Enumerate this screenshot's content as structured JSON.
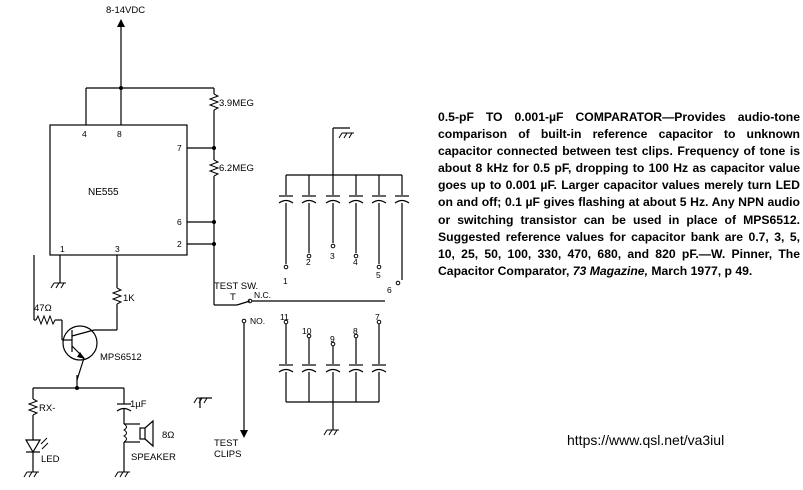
{
  "schematic": {
    "supply": "8-14VDC",
    "ic": {
      "name": "NE555",
      "pins": [
        "4",
        "8",
        "7",
        "6",
        "2",
        "1",
        "3"
      ]
    },
    "resistors": {
      "r1": "3.9MEG",
      "r2": "6.2MEG",
      "r3": "1K",
      "r4": "47Ω",
      "r5": "RX-"
    },
    "transistor": "MPS6512",
    "switch": {
      "label": "TEST SW.",
      "t": "T",
      "nc": "N.C.",
      "no": "NO."
    },
    "bank_numbers_top": [
      "1",
      "2",
      "3",
      "4",
      "5",
      "6"
    ],
    "bank_numbers_bottom": [
      "11",
      "10",
      "9",
      "8",
      "7"
    ],
    "coupling_cap": "1µF",
    "speaker_ohms": "8Ω",
    "speaker": "SPEAKER",
    "led": "LED",
    "test_clips": [
      "TEST",
      "CLIPS"
    ]
  },
  "caption": {
    "title": "0.5-pF TO 0.001-µF COMPARATOR—",
    "body": "Provides audio-tone comparison of built-in reference capacitor to unknown capacitor connected between test clips. Frequency of tone is about 8 kHz for 0.5 pF, dropping to 100 Hz as capacitor value goes up to 0.001 µF. Larger capacitor values merely turn LED on and off; 0.1 µF gives flashing at about 5 Hz. Any NPN audio or switching transistor can be used in place of MPS6512. Suggested reference values for capacitor bank are 0.7, 3, 5, 10, 25, 50, 100, 330, 470, 680, and 820 pF.—W. Pinner, The Capacitor Comparator, ",
    "magazine": "73 Magazine,",
    "tail": " March 1977, p 49."
  },
  "source_url": "https://www.qsl.net/va3iul"
}
